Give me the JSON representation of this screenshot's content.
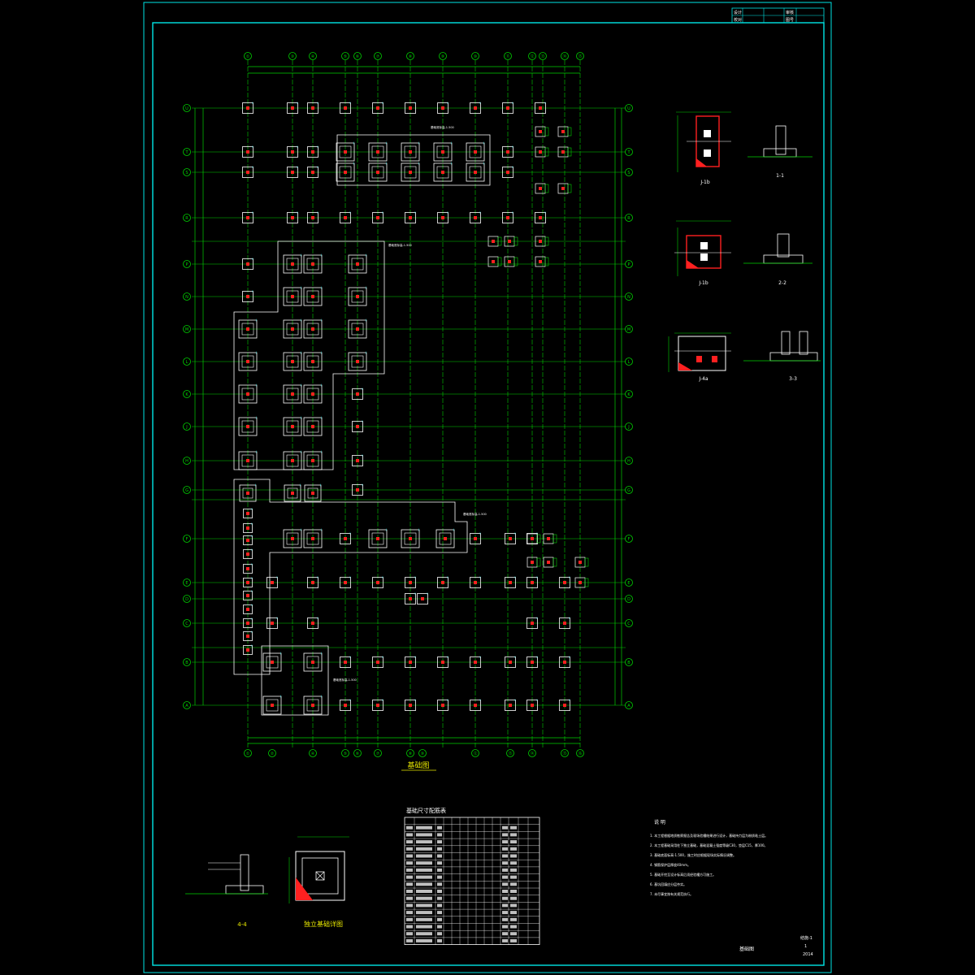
{
  "drawing": {
    "plan_title": "基础图",
    "sheet_label": "基础图",
    "detail_title": "独立基础详图",
    "table_title": "基础尺寸配筋表",
    "notes_title": "说 明",
    "notes": [
      "1. 本工程根据地质勘察报告及现场验槽结果进行设计，基础持力层为粉质粘土层。",
      "2. 本工程基础采用柱下独立基础，基础混凝土强度等级C30，垫层C15，厚100。",
      "3. 基础底面标高-1.500，施工时应根据现场实际情况调整。",
      "4. 钢筋保护层厚度40mm。",
      "5. 基础开挖至设计标高后须经验槽方可施工。",
      "6. 基坑回填应分层夯实。",
      "7. 未尽事宜按有关规范执行。"
    ],
    "axis_top": [
      "①",
      "③",
      "④",
      "⑤",
      "⑥",
      "⑦",
      "⑧",
      "⑨",
      "⑩",
      "⑪",
      "⑫",
      "⑬",
      "⑭",
      "⑮"
    ],
    "axis_bottom": [
      "①",
      "②",
      "④",
      "⑤",
      "⑥",
      "⑦",
      "⑧",
      "⑨",
      "⑫",
      "⑬",
      "⑭",
      "⑮",
      "⑯"
    ],
    "axis_left": [
      "U",
      "T",
      "S",
      "R",
      "P",
      "N",
      "M",
      "L",
      "K",
      "J",
      "H",
      "G",
      "F",
      "E",
      "D",
      "C",
      "B",
      "A"
    ],
    "section_labels": [
      "1-1",
      "2-2",
      "3-3",
      "4-4"
    ],
    "detail_labels": [
      "J-1b",
      "J-1b",
      "J-4a"
    ],
    "enclosure_notes": [
      "基础底标高-1.500",
      "基础底标高-1.500",
      "基础底标高-1.500",
      "基础底标高-1.500"
    ],
    "title_block": [
      "设计",
      "校对",
      "审核",
      "图号"
    ],
    "title_right": [
      "结施-1",
      "1",
      "2014"
    ]
  },
  "colors": {
    "frame": "#00e5e5",
    "grid": "#00d000",
    "footing": "#ffffff",
    "column": "#ff2020",
    "text": "#00e5e5"
  }
}
